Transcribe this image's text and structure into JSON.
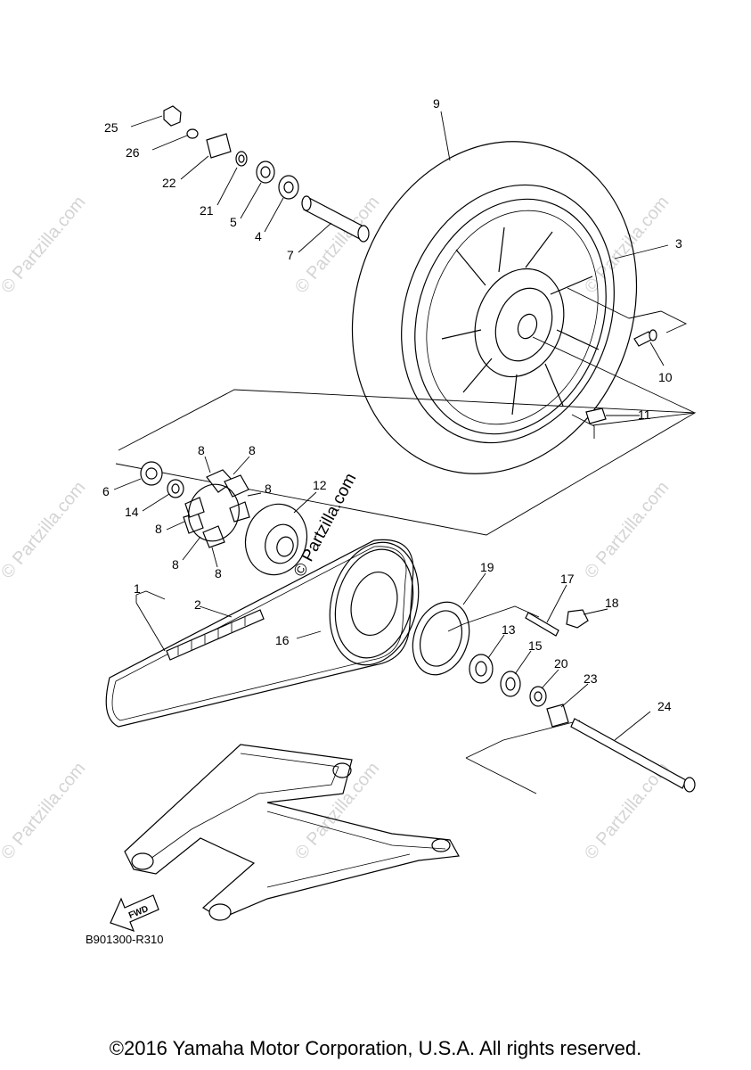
{
  "diagram": {
    "callouts": [
      "1",
      "2",
      "3",
      "4",
      "5",
      "6",
      "7",
      "8",
      "9",
      "10",
      "11",
      "12",
      "13",
      "14",
      "15",
      "16",
      "17",
      "18",
      "19",
      "20",
      "21",
      "22",
      "23",
      "24",
      "25",
      "26"
    ],
    "diagram_code": "B901300-R310",
    "fwd_label": "FWD",
    "center_watermark": "© Partzilla.com",
    "watermark": "© Partzilla.com",
    "copyright": "©2016 Yamaha Motor Corporation, U.S.A. All rights reserved."
  }
}
